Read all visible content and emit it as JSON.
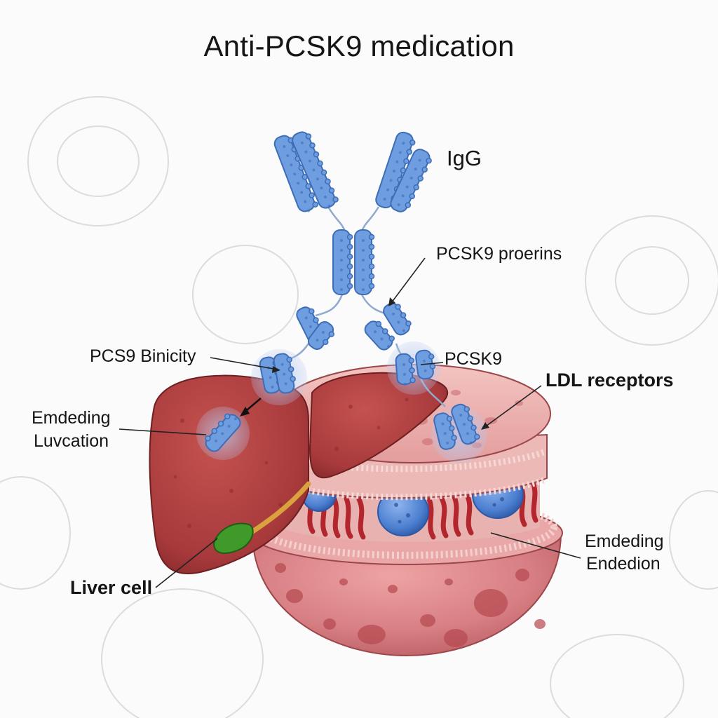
{
  "title": "Anti-PCSK9 medication",
  "labels": {
    "igg": "IgG",
    "pcsk9_proerins": "PCSK9 proerins",
    "pcs9_binicity": "PCS9 Binicity",
    "pcsk9": "PCSK9",
    "ldl_receptors": "LDL receptors",
    "emdeding_luvcation_1": "Emdeding",
    "emdeding_luvcation_2": "Luvcation",
    "emdeding_endedion_1": "Emdeding",
    "emdeding_endedion_2": "Endedion",
    "liver_cell": "Liver cell"
  },
  "colors": {
    "antibody_blue": "#6f9ee0",
    "antibody_outline": "#3e6db8",
    "liver_red": "#a83a3c",
    "cell_pink": "#d9868a",
    "membrane_pink": "#eab0ae",
    "gallbladder_green": "#3f9a2a",
    "ldl_particle_blue": "#4c7fd0"
  }
}
